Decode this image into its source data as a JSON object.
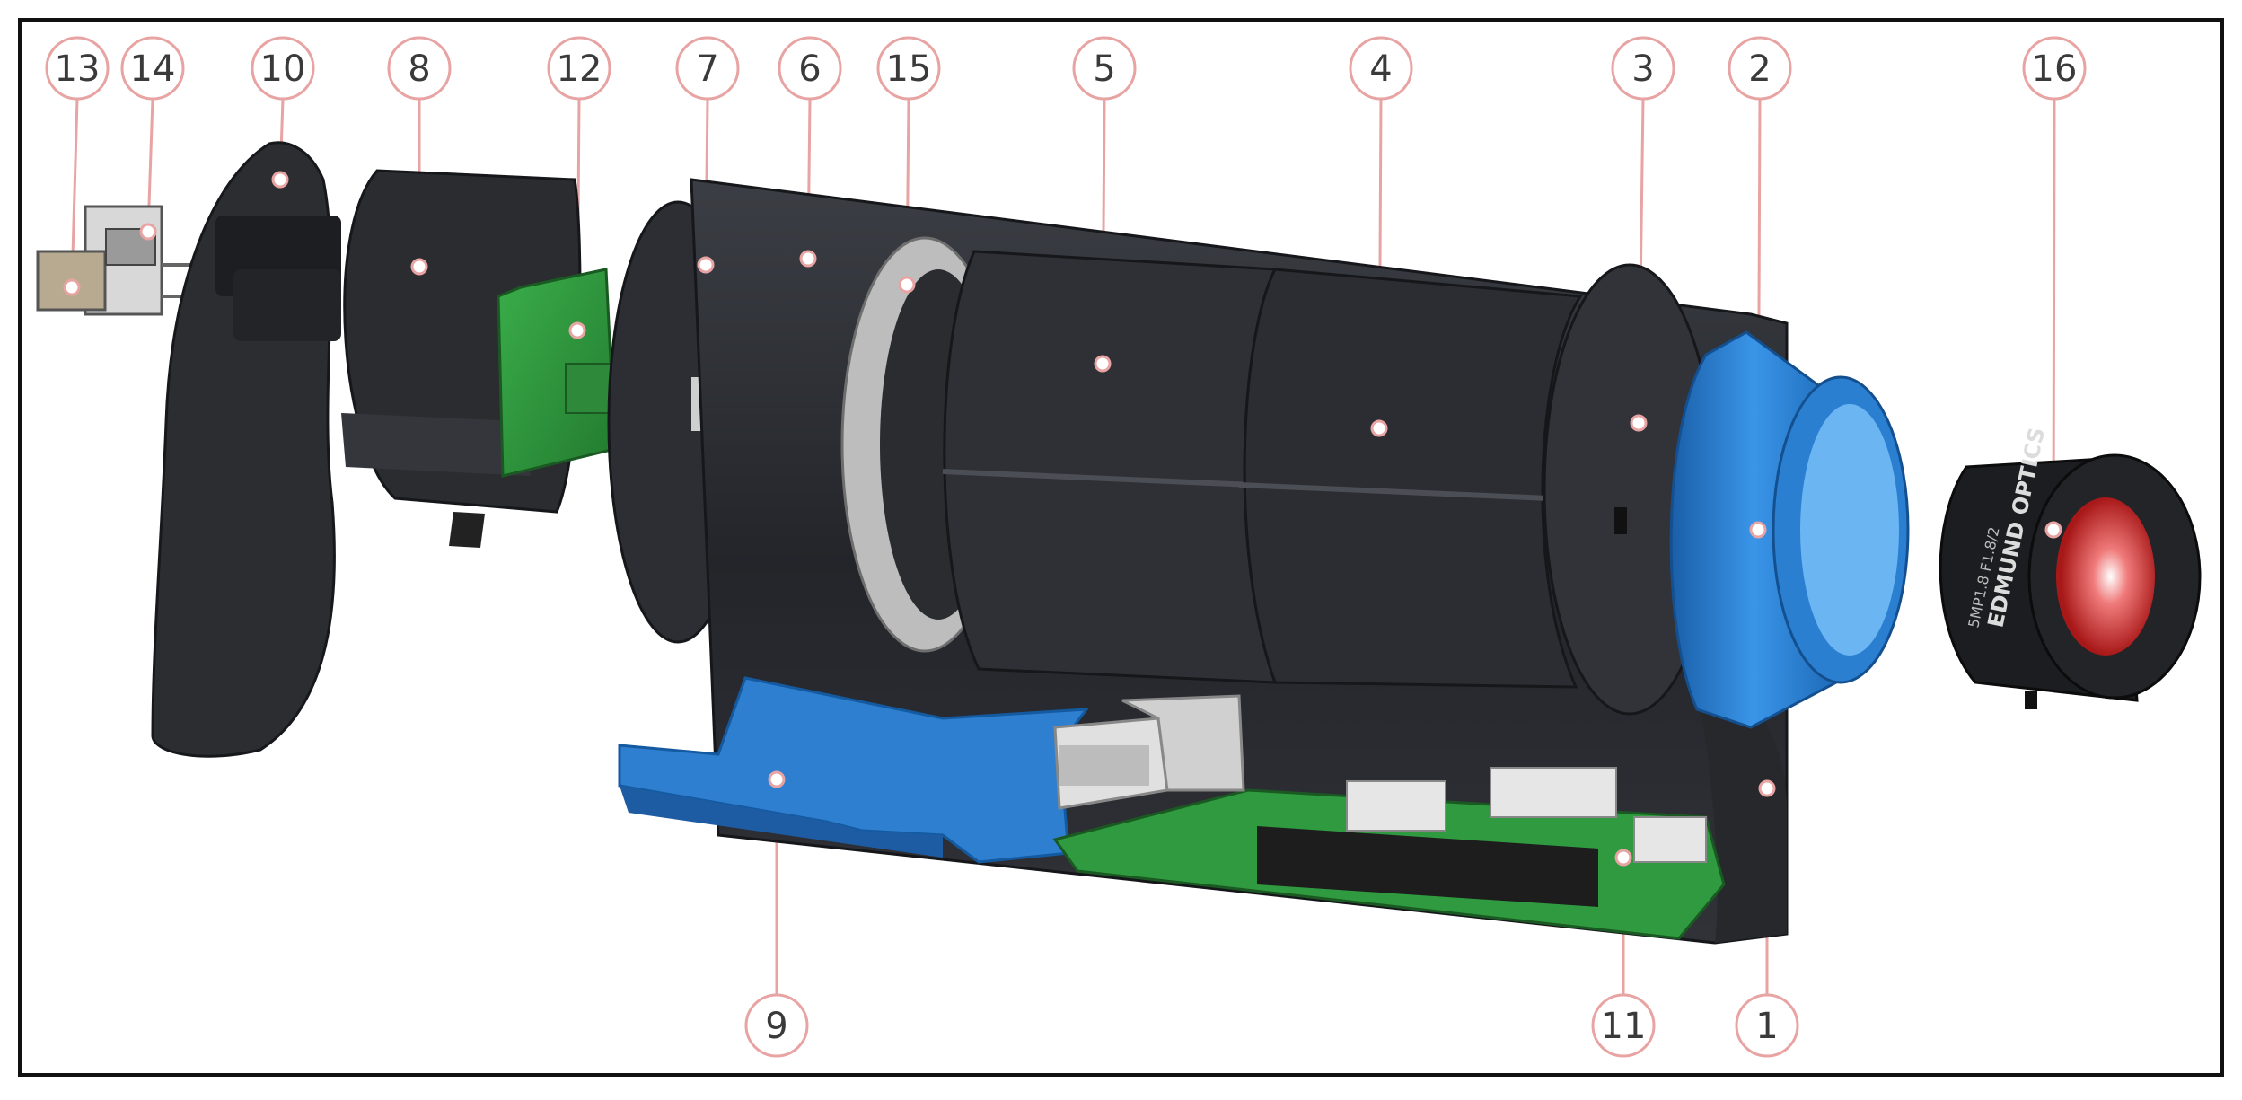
{
  "figure": {
    "title": "",
    "callouts": [
      {
        "id": "c1",
        "text": "1"
      },
      {
        "id": "c2",
        "text": "2"
      },
      {
        "id": "c3",
        "text": "3"
      },
      {
        "id": "c4",
        "text": "4"
      },
      {
        "id": "c5",
        "text": "5"
      },
      {
        "id": "c6",
        "text": "6"
      },
      {
        "id": "c7",
        "text": "7"
      },
      {
        "id": "c8",
        "text": "8"
      },
      {
        "id": "c9",
        "text": "9"
      },
      {
        "id": "c10",
        "text": "10"
      },
      {
        "id": "c11",
        "text": "11"
      },
      {
        "id": "c12",
        "text": "12"
      },
      {
        "id": "c13",
        "text": "13"
      },
      {
        "id": "c14",
        "text": "14"
      },
      {
        "id": "c15",
        "text": "15"
      },
      {
        "id": "c16",
        "text": "16"
      }
    ],
    "lens_text": {
      "brand": "EDMUND OPTICS",
      "code": "5MP1.8 F1.8/2"
    },
    "colors": {
      "frame": "#111111",
      "callout_ring": "#e8a3a3",
      "callout_text": "#3a3a3a",
      "housing": "#2a2c30",
      "housing_light": "#4a4d54",
      "blue_part": "#2f84d8",
      "blue_dark": "#1a5ea8",
      "pcb_green": "#2e9a3d",
      "gray_ring": "#b8b8b8",
      "lens_red": "#e23b3b"
    }
  }
}
